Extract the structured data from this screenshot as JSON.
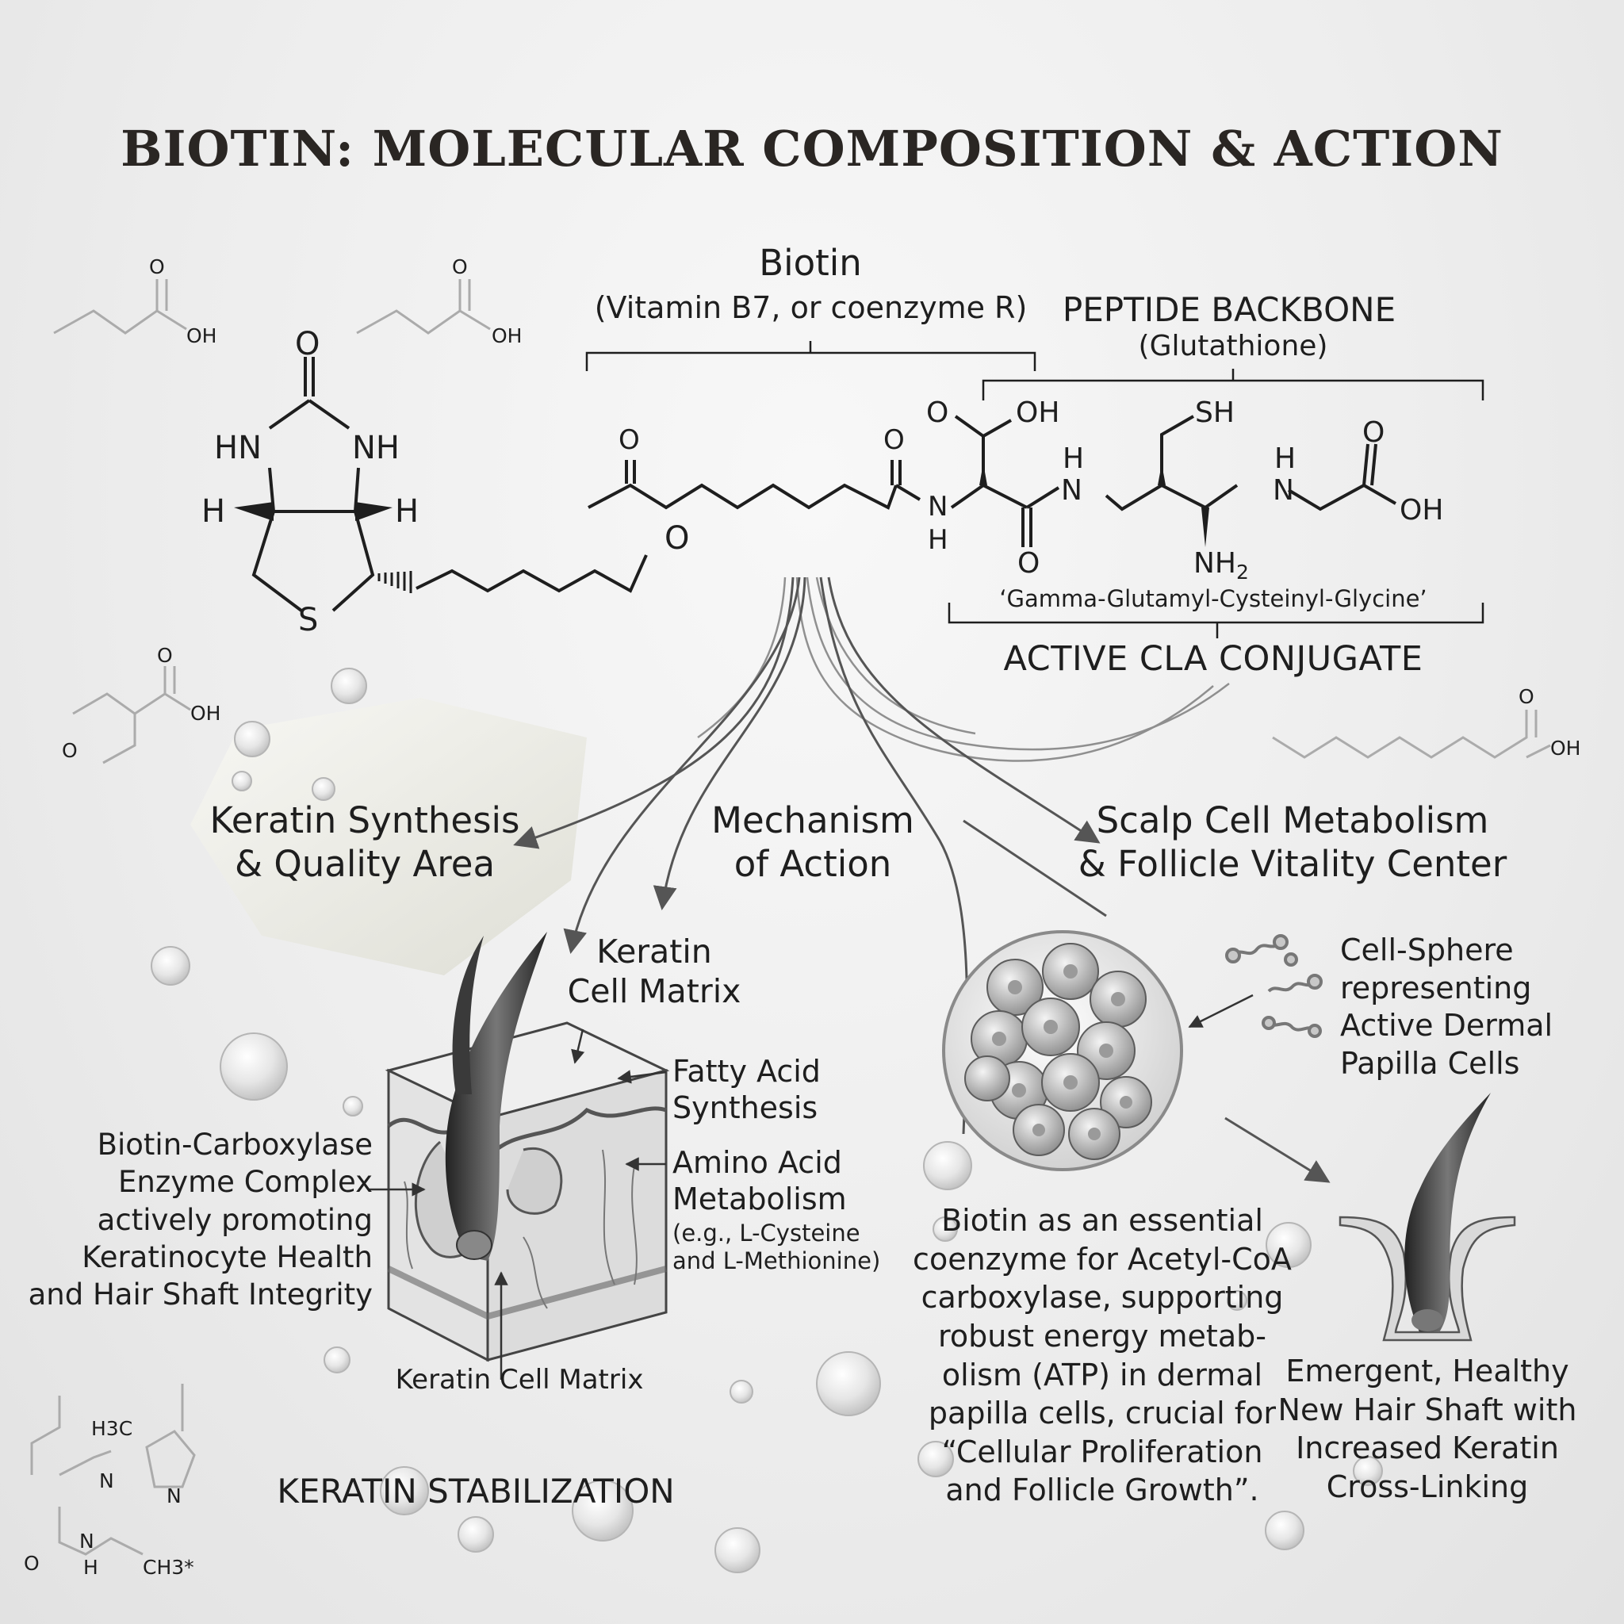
{
  "title": "BIOTIN: MOLECULAR COMPOSITION & ACTION",
  "molecule": {
    "biotin_label": "Biotin",
    "biotin_sub": "(Vitamin B7, or coenzyme R)",
    "peptide_label": "PEPTIDE BACKBONE",
    "peptide_sub": "(Glutathione)",
    "peptide_name": "‘Gamma-Glutamyl-Cysteinyl-Glycine’",
    "conjugate_label": "ACTIVE CLA CONJUGATE",
    "atoms": {
      "o": "O",
      "hn": "HN",
      "nh": "NH",
      "h": "H",
      "s": "S",
      "oh": "OH",
      "sh": "SH",
      "n": "N",
      "nh2": "NH",
      "nh2_sub": "2"
    }
  },
  "background_structures": {
    "oh": "OH",
    "o": "O",
    "h3c": "H3C",
    "n": "N",
    "h": "H",
    "ch3": "CH3*"
  },
  "sections": {
    "keratin_area": "Keratin Synthesis\n& Quality Area",
    "mechanism": "Mechanism\nof Action",
    "scalp_center": "Scalp Cell Metabolism\n& Follicle Vitality Center",
    "keratin_matrix_top": "Keratin\nCell Matrix",
    "fatty_acid": "Fatty Acid\nSynthesis",
    "amino_acid": "Amino Acid\nMetabolism",
    "amino_examples": "(e.g., L-Cysteine\nand L-Methionine)",
    "enzyme_complex": "Biotin-Carboxylase\nEnzyme Complex\nactively promoting\nKeratinocyte Health\nand Hair Shaft Integrity",
    "keratin_matrix_bottom": "Keratin Cell Matrix",
    "stabilization": "KERATIN STABILIZATION",
    "cell_sphere": "Cell-Sphere\nrepresenting\nActive Dermal\nPapilla Cells",
    "coenzyme_text": "Biotin as an essential\ncoenzyme for Acetyl-CoA\ncarboxylase, supporting\nrobust energy metab-\nolism (ATP) in dermal\npapilla cells, crucial for\n“Cellular Proliferation\nand Follicle Growth”.",
    "new_hair": "Emergent, Healthy\nNew Hair Shaft with\nIncreased Keratin\nCross-Linking"
  },
  "colors": {
    "ink": "#1e1e1e",
    "faint": "#a8a8a8",
    "arrow": "#555555"
  }
}
